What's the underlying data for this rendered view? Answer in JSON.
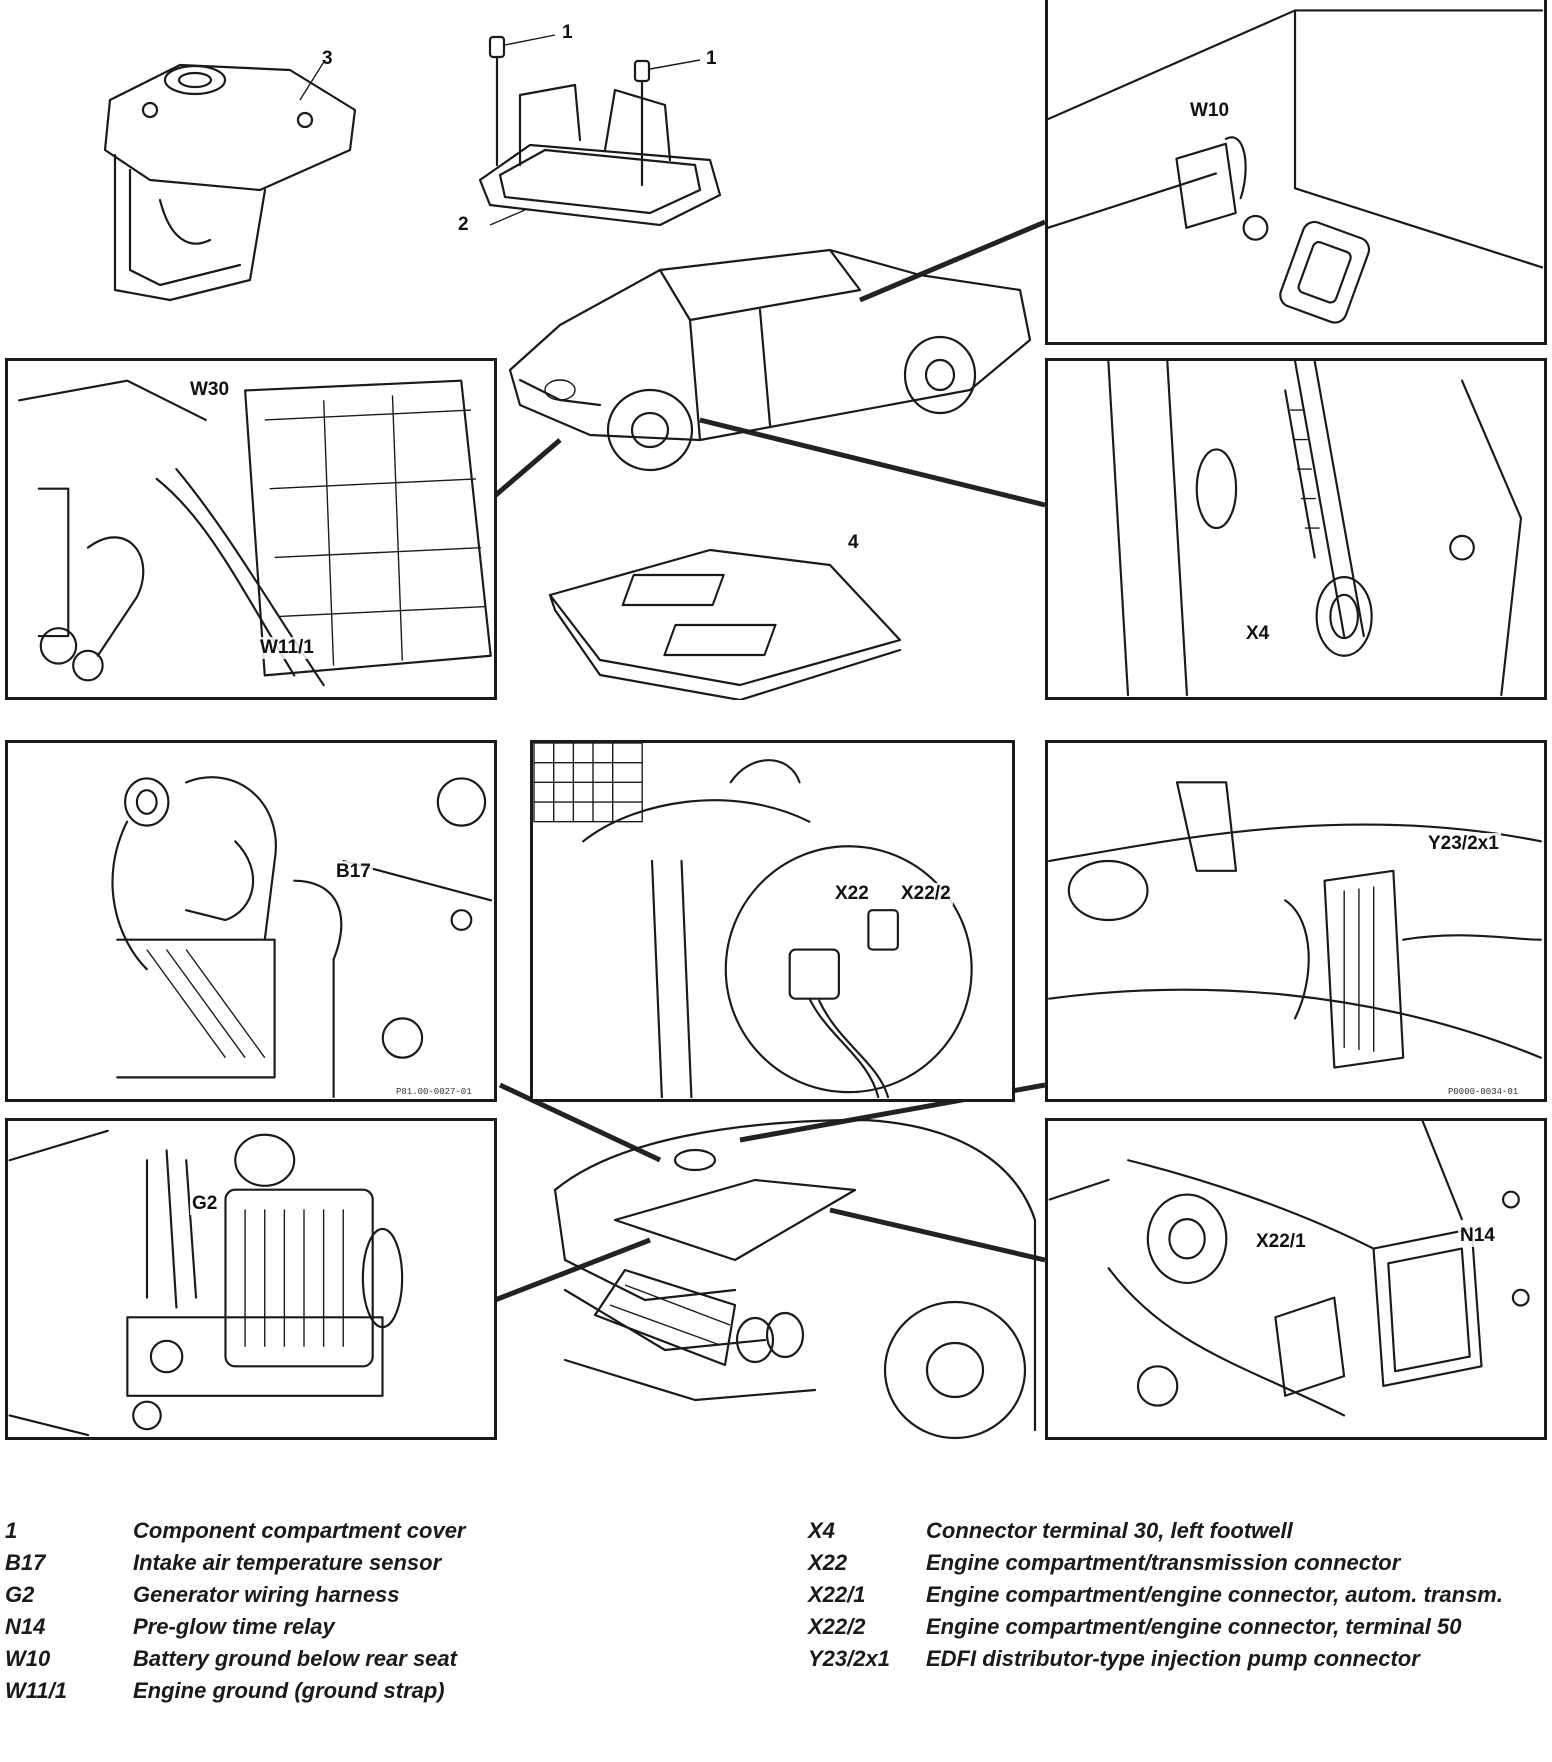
{
  "callouts": {
    "c1a": "1",
    "c1b": "1",
    "c2": "2",
    "c3": "3",
    "c4": "4",
    "w10": "W10",
    "w30": "W30",
    "w11_1": "W11/1",
    "x4": "X4",
    "b17": "B17",
    "x22": "X22",
    "x22_2": "X22/2",
    "y23": "Y23/2x1",
    "g2": "G2",
    "x22_1": "X22/1",
    "n14": "N14"
  },
  "figure_codes": {
    "b17_panel": "P81.00-0027-01",
    "y23_panel": "P0000-0034-01"
  },
  "legend": {
    "left": [
      {
        "code": "1",
        "text": "Component compartment cover"
      },
      {
        "code": "B17",
        "text": "Intake air temperature sensor"
      },
      {
        "code": "G2",
        "text": "Generator wiring harness"
      },
      {
        "code": "N14",
        "text": "Pre-glow time relay"
      },
      {
        "code": "W10",
        "text": "Battery ground below rear seat"
      },
      {
        "code": "W11/1",
        "text": "Engine ground (ground strap)"
      }
    ],
    "right": [
      {
        "code": "X4",
        "text": "Connector terminal 30, left footwell"
      },
      {
        "code": "X22",
        "text": "Engine compartment/transmission connector"
      },
      {
        "code": "X22/1",
        "text": "Engine compartment/engine connector, autom. transm."
      },
      {
        "code": "X22/2",
        "text": "Engine compartment/engine connector, terminal 50"
      },
      {
        "code": "Y23/2x1",
        "text": "EDFI distributor-type injection pump connector"
      }
    ]
  }
}
